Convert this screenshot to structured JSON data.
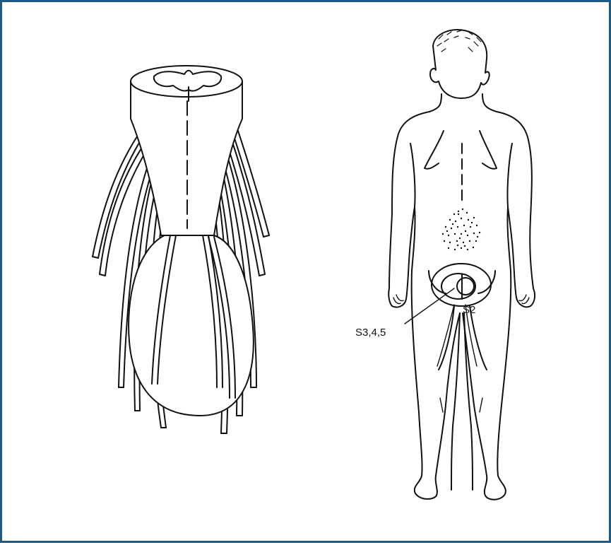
{
  "figure": {
    "frame_color": "#1b5b86",
    "line_color": "#111111",
    "labels": {
      "sacral_root_group": "S3,4,5",
      "root_s2": "S2"
    },
    "panels": {
      "left": "cauda-equina-illustration",
      "right": "posterior-body-dermatome-map"
    }
  }
}
